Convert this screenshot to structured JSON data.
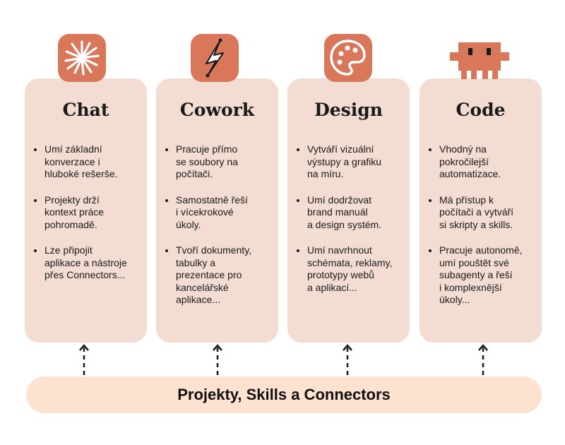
{
  "colors": {
    "accent": "#d9775a",
    "card_background": "#f3dcd2",
    "bar_background": "#fde3cf",
    "text": "#1a1a1a"
  },
  "cards": [
    {
      "title": "Chat",
      "icon": "sparkle-icon",
      "bullets": [
        "Umí základní\nkonverzace i\nhluboké rešerše.",
        "Projekty drží\nkontext práce\npohromadě.",
        "Lze připojit\naplikace a nástroje\npřes Connectors..."
      ]
    },
    {
      "title": "Cowork",
      "icon": "lightning-bolt-icon",
      "bullets": [
        "Pracuje přímo\nse soubory na\npočítači.",
        "Samostatně řeší\ni vícekrokové\núkoly.",
        "Tvoří dokumenty,\ntabulky a\nprezentace pro\nkancelářské\naplikace..."
      ]
    },
    {
      "title": "Design",
      "icon": "palette-icon",
      "bullets": [
        "Vytváří vizuální\nvýstupy a grafiku\nna míru.",
        "Umí dodržovat\nbrand manuál\na design systém.",
        "Umí navrhnout\nschémata, reklamy,\nprototypy webů\na aplikací..."
      ]
    },
    {
      "title": "Code",
      "icon": "pixel-robot-icon",
      "bullets": [
        "Vhodný na\npokročilejší\nautomatizace.",
        "Má přístup k\npočítači a vytváří\nsi skripty a skills.",
        "Pracuje autonomě,\numí pouštět své\nsubagenty a řeší\ni komplexnější\núkoly..."
      ]
    }
  ],
  "foundation": {
    "label": "Projekty, Skills a Connectors"
  }
}
